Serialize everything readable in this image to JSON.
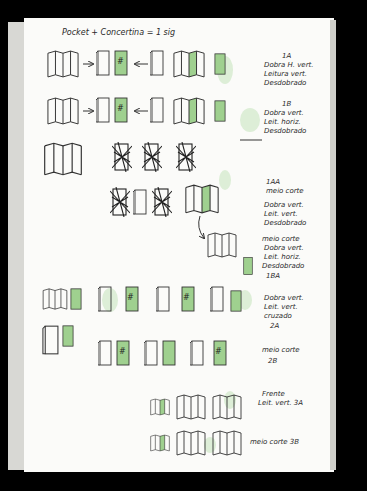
{
  "diagram": {
    "title": "Pocket + Concertina = 1 sig",
    "labels": [
      "1A",
      "Dobra H. vert.",
      "Leitura vert.",
      "Desdobrado",
      "1B",
      "Dobra vert.",
      "Leit. horiz.",
      "Desdobrado",
      "1AA",
      "meio corte",
      "Dobra vert.",
      "Leit. vert.",
      "Desdobrado",
      "meio corte",
      "Dobra vert.",
      "Leit. horiz.",
      "Desdobrado",
      "1BA",
      "Dobra vert.",
      "Leit. vert.",
      "cruzado",
      "2A",
      "meio corte",
      "2B",
      "Frente",
      "Leit. vert. 3A",
      "meio corte 3B",
      "#",
      "#",
      "#",
      "#",
      "#",
      "#"
    ]
  }
}
